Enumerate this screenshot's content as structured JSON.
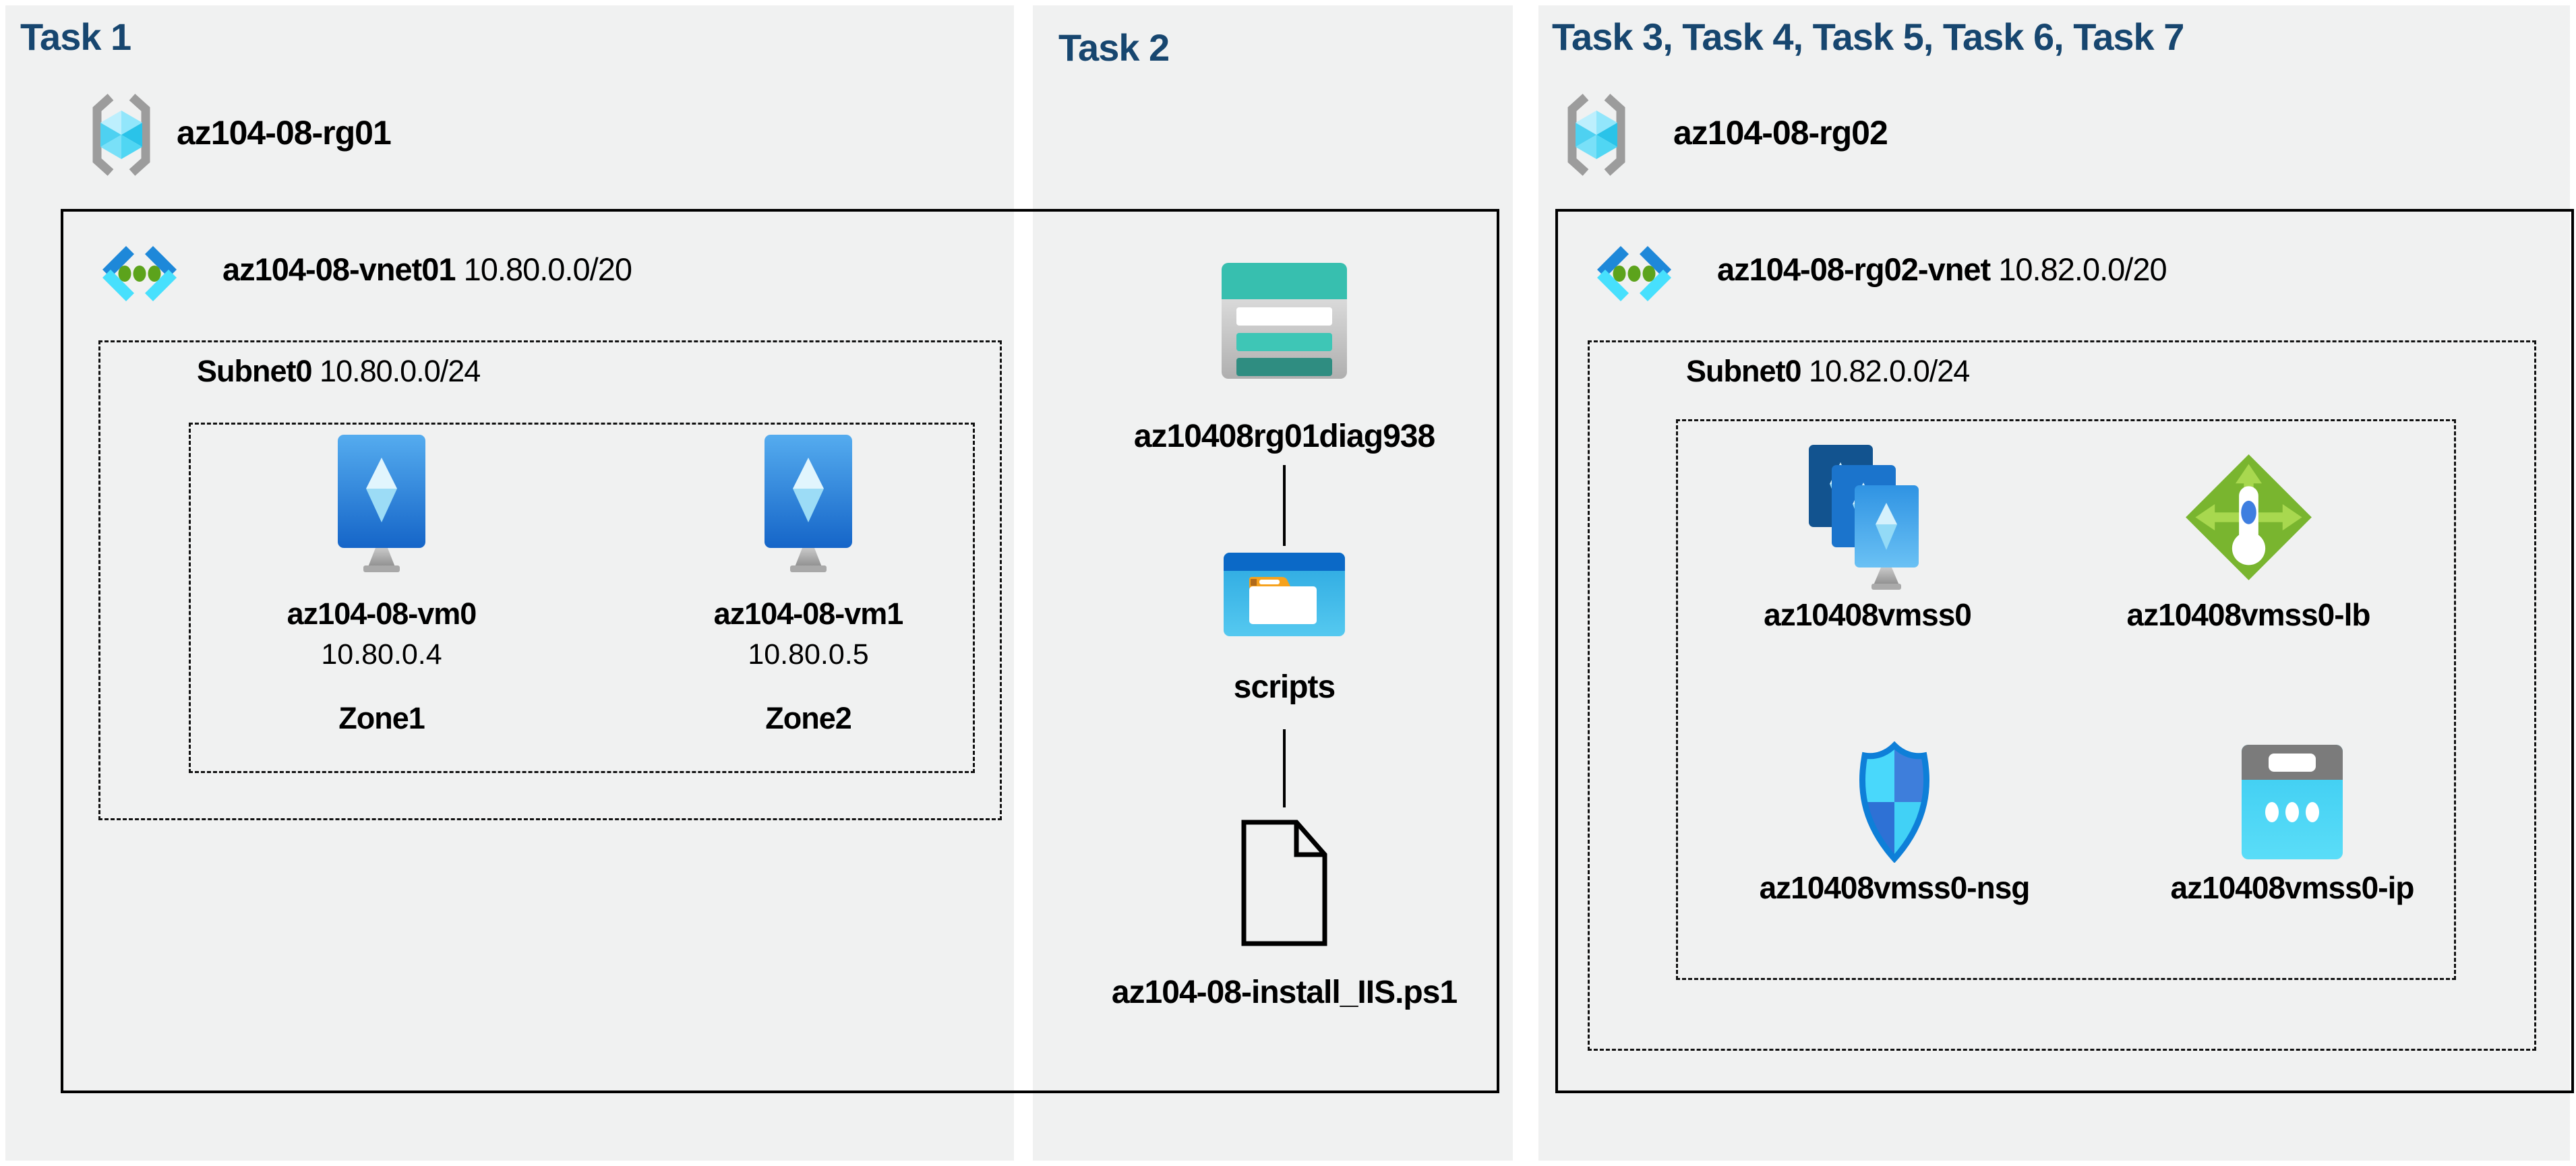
{
  "task1": {
    "title": "Task 1",
    "resource_group": "az104-08-rg01",
    "vnet": {
      "name": "az104-08-vnet01",
      "cidr": "10.80.0.0/20"
    },
    "subnet": {
      "name": "Subnet0",
      "cidr": "10.80.0.0/24"
    },
    "vms": [
      {
        "name": "az104-08-vm0",
        "ip": "10.80.0.4",
        "zone": "Zone1"
      },
      {
        "name": "az104-08-vm1",
        "ip": "10.80.0.5",
        "zone": "Zone2"
      }
    ]
  },
  "task2": {
    "title": "Task 2",
    "storage_account": "az10408rg01diag938",
    "folder": "scripts",
    "script_file": "az104-08-install_IIS.ps1"
  },
  "task3": {
    "title": "Task 3, Task 4, Task 5, Task 6, Task 7",
    "resource_group": "az104-08-rg02",
    "vnet": {
      "name": "az104-08-rg02-vnet",
      "cidr": "10.82.0.0/20"
    },
    "subnet": {
      "name": "Subnet0",
      "cidr": "10.82.0.0/24"
    },
    "resources": [
      {
        "name": "az10408vmss0",
        "type": "vm-scale-set"
      },
      {
        "name": "az10408vmss0-lb",
        "type": "load-balancer"
      },
      {
        "name": "az10408vmss0-nsg",
        "type": "network-security-group"
      },
      {
        "name": "az10408vmss0-ip",
        "type": "public-ip"
      }
    ]
  },
  "icons": {
    "resource_group": "resource-group-icon",
    "virtual_network": "virtual-network-icon",
    "virtual_machine": "vm-icon",
    "storage_account": "storage-account-icon",
    "folder": "folder-icon",
    "script_file": "file-icon",
    "vm_scale_set": "vmss-icon",
    "load_balancer": "load-balancer-icon",
    "network_security_group": "nsg-icon",
    "public_ip": "public-ip-icon"
  },
  "colors": {
    "page-bg": "#ffffff",
    "panel-bg": "#f0f1f1",
    "title-text": "#17466F",
    "label-text": "#000000",
    "border": "#000000",
    "vnet-blue": "#1E88D9",
    "vnet-cyan": "#47E0FD",
    "storage-teal": "#37BFAF",
    "lb-green": "#79B52F",
    "shield-blue": "#0E7FD8"
  }
}
